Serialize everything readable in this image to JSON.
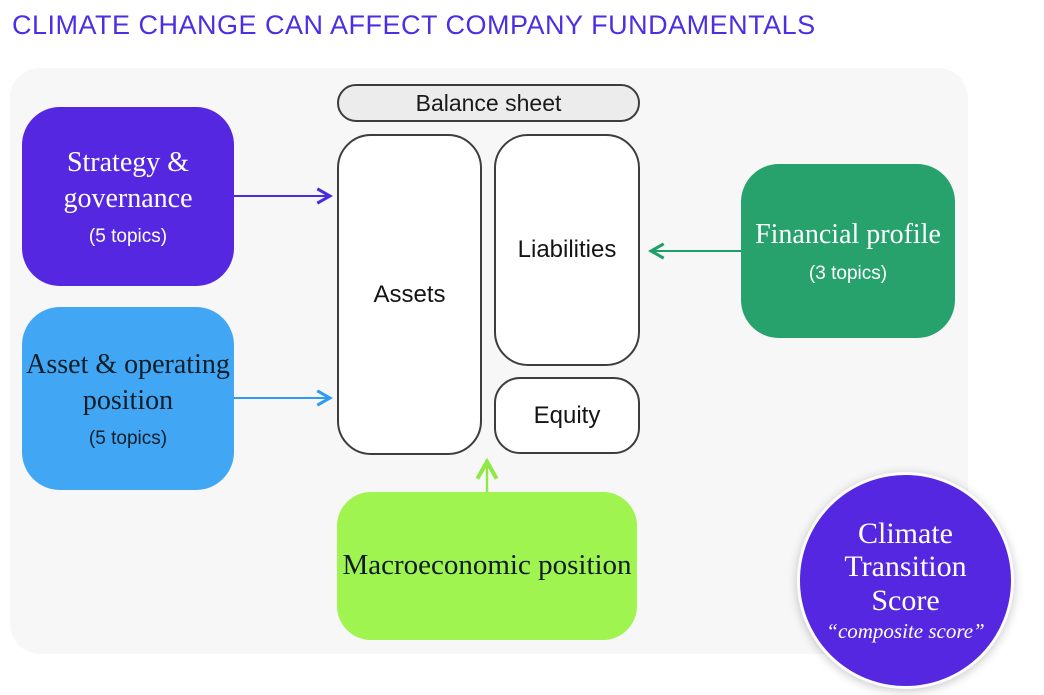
{
  "title": "CLIMATE CHANGE CAN AFFECT COMPANY FUNDAMENTALS",
  "colors": {
    "title-text": "#4D2EE3",
    "panel-bg": "#f7f7f7",
    "pill-bg": "#ececec",
    "outline": "#3d3d3d",
    "purple": "#5527E0",
    "blue": "#41A7F4",
    "green": "#28A26D",
    "lime": "#9FF450",
    "dark-text": "#101d26",
    "arrow-purple": "#4B2BE0",
    "arrow-blue": "#2F9CF2",
    "arrow-green": "#1E9E68",
    "arrow-lime": "#8FE845"
  },
  "balance_sheet": {
    "label": "Balance sheet"
  },
  "balance_items": {
    "assets": "Assets",
    "liabilities": "Liabilities",
    "equity": "Equity"
  },
  "drivers": {
    "strategy": {
      "label": "Strategy & governance",
      "topics": "(5 topics)"
    },
    "asset": {
      "label": "Asset & operating position",
      "topics": "(5 topics)"
    },
    "financial": {
      "label": "Financial profile",
      "topics": "(3 topics)"
    },
    "macro": {
      "label": "Macroeconomic position"
    }
  },
  "score": {
    "label": "Climate Transition Score",
    "sublabel": "“composite score”"
  }
}
